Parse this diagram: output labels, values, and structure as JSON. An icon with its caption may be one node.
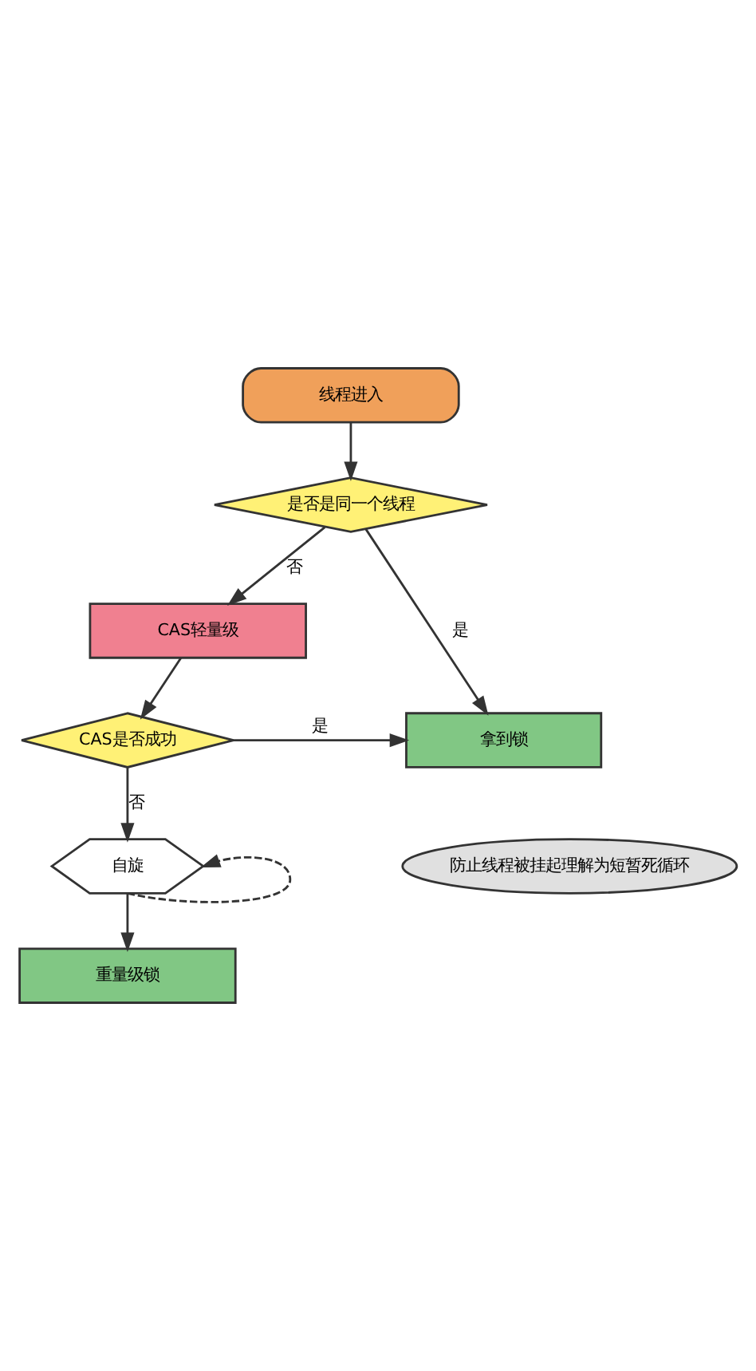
{
  "diagram": {
    "nodes": [
      {
        "text": [
          "线程进入"
        ]
      },
      {
        "text": [
          "是否是同一个线程"
        ]
      },
      {
        "text": [
          "CAS轻量级"
        ]
      },
      {
        "text": [
          "CAS是否成功"
        ]
      },
      {
        "text": [
          "拿到锁"
        ]
      },
      {
        "text": [
          "自旋"
        ]
      },
      {
        "text": [
          "防止线程被挂起理解为短暂死循环"
        ]
      },
      {
        "text": [
          "重量级锁"
        ]
      }
    ],
    "edges": [
      {
        "from": 0,
        "to": 1,
        "arrow": "to"
      },
      {
        "from": 1,
        "to": 4,
        "arrow": "to",
        "label": "是"
      },
      {
        "from": 1,
        "to": 2,
        "arrow": "to",
        "label": "否"
      },
      {
        "from": 2,
        "to": 3,
        "arrow": "to"
      },
      {
        "from": 3,
        "to": 4,
        "arrow": "to",
        "label": "是"
      },
      {
        "from": 3,
        "to": 5,
        "arrow": "to",
        "label": "否"
      },
      {
        "from": 5,
        "to": 5,
        "arrow": "to",
        "style": "dashed"
      },
      {
        "from": 5,
        "to": 7,
        "arrow": "to"
      }
    ]
  }
}
